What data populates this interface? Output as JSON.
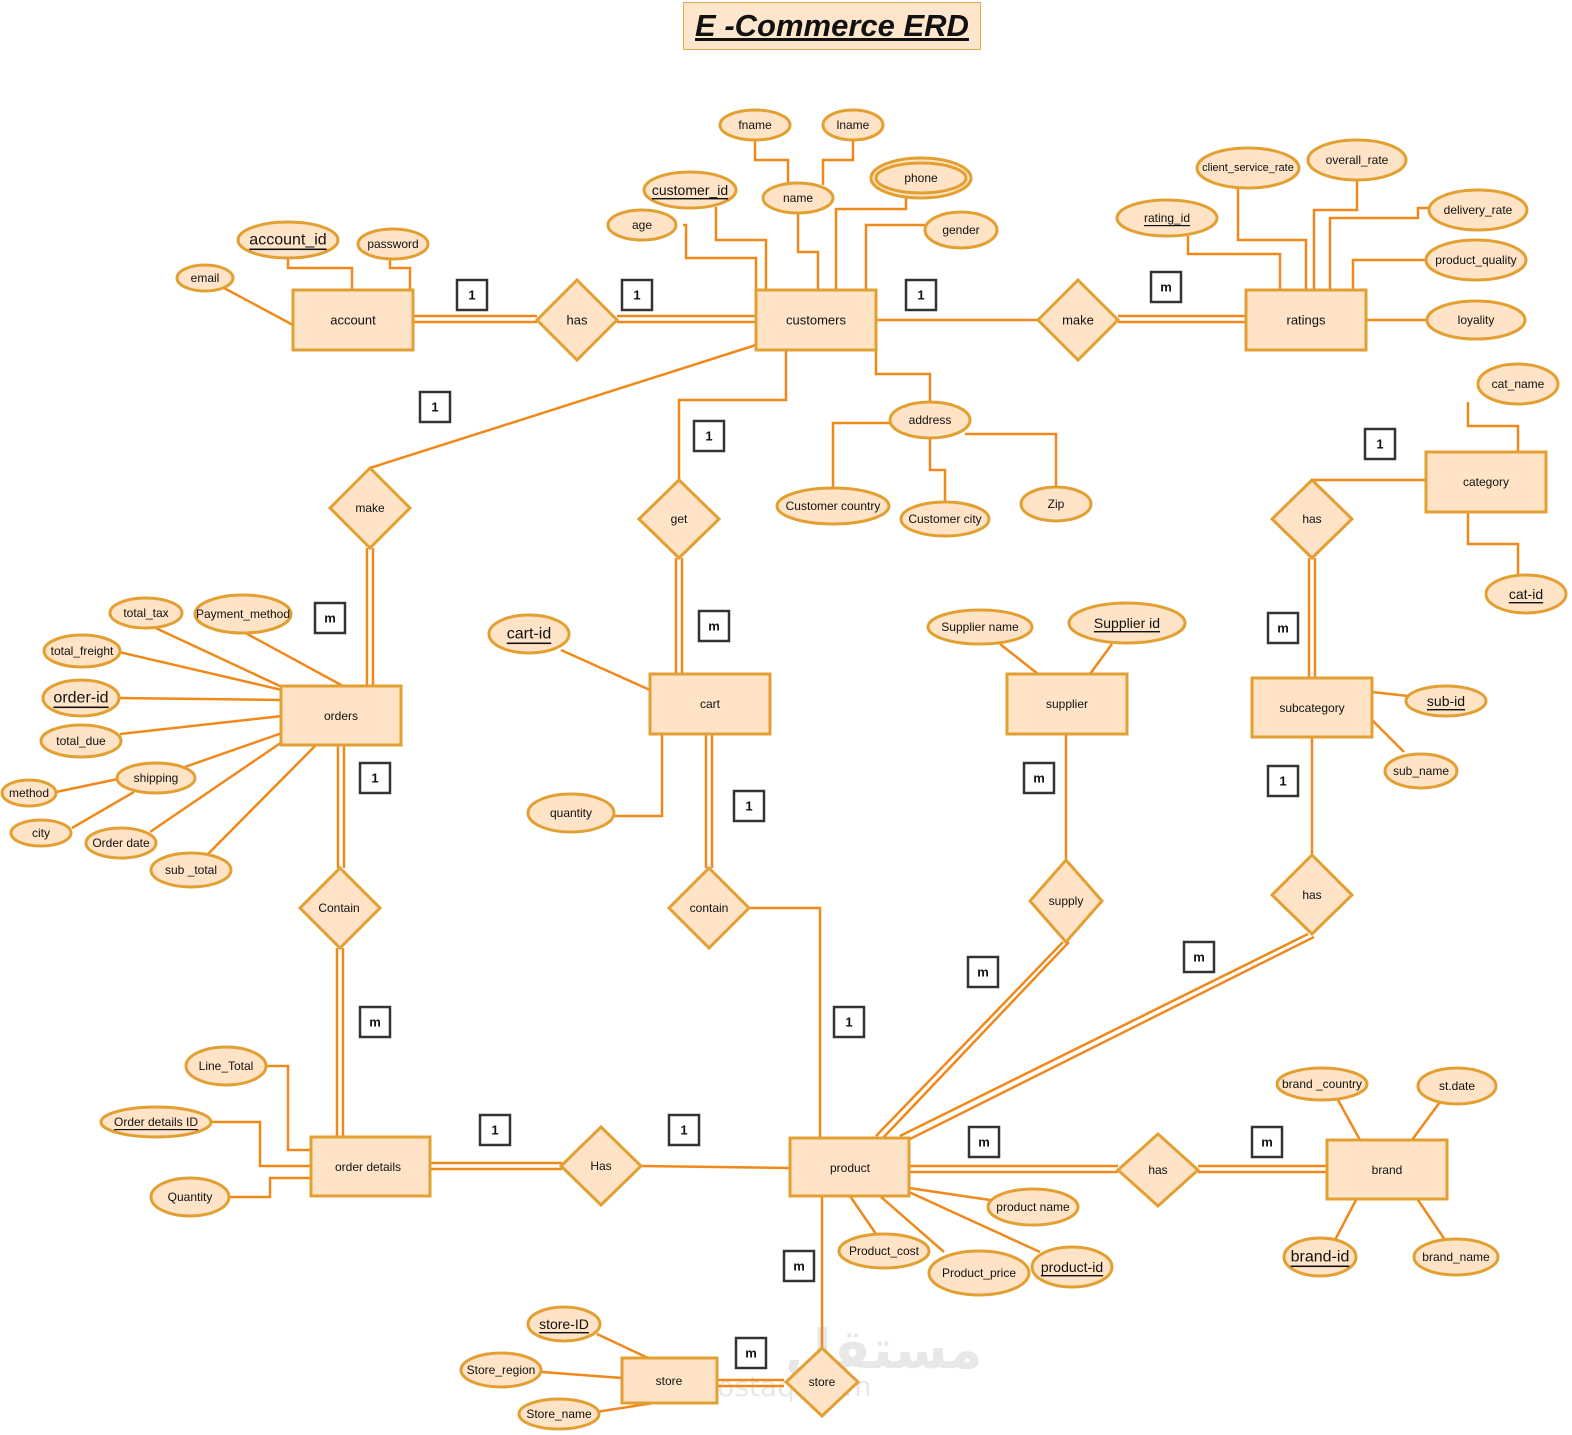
{
  "title": "E -Commerce ERD",
  "colors": {
    "line": "#f0891b",
    "fill": "#ffe3c6",
    "stroke": "#e2a033",
    "text": "#111111"
  },
  "watermark": {
    "arabic": "مستقل",
    "latin": "mostaql.com"
  },
  "entities": {
    "account": "account",
    "customers": "customers",
    "ratings": "ratings",
    "category": "category",
    "orders": "orders",
    "cart": "cart",
    "supplier": "supplier",
    "subcategory": "subcategory",
    "order_details": "order details",
    "product": "product",
    "brand": "brand",
    "store": "store"
  },
  "relationships": {
    "has_account": "has",
    "make_ratings": "make",
    "make_orders": "make",
    "get_cart": "get",
    "has_category": "has",
    "contain_orders": "Contain",
    "contain_cart": "contain",
    "supply": "supply",
    "has_subcategory": "has",
    "has_details": "Has",
    "has_brand": "has",
    "store_rel": "store"
  },
  "attributes": {
    "email": "email",
    "account_id": "account_id",
    "password": "password",
    "fname": "fname",
    "lname": "lname",
    "name": "name",
    "customer_id": "customer_id",
    "age": "age",
    "phone": "phone",
    "gender": "gender",
    "address": "address",
    "customer_country": "Customer country",
    "customer_city": "Customer city",
    "zip": "Zip",
    "client_service_rate": "client_service_rate",
    "overall_rate": "overall_rate",
    "rating_id": "rating_id",
    "delivery_rate": "delivery_rate",
    "product_quality": "product_quality",
    "loyality": "loyality",
    "cat_name": "cat_name",
    "cat_id": "cat-id",
    "total_tax": "total_tax",
    "payment_method": "Payment_method",
    "total_freight": "total_freight",
    "order_id": "order-id",
    "total_due": "total_due",
    "shipping": "shipping",
    "method": "method",
    "city": "city",
    "order_date": "Order date",
    "sub_total": "sub _total",
    "cart_id": "cart-id",
    "quantity_cart": "quantity",
    "supplier_name": "Supplier name",
    "supplier_id": "Supplier id",
    "sub_id": "sub-id",
    "sub_name": "sub_name",
    "line_total": "Line_Total",
    "order_details_id": "Order details ID",
    "quantity_details": "Quantity",
    "brand_country": "brand _country",
    "st_date": "st.date",
    "brand_id": "brand-id",
    "brand_name": "brand_name",
    "product_name": "product name",
    "product_cost": "Product_cost",
    "product_price": "Product_price",
    "product_id": "product-id",
    "store_id": "store-ID",
    "store_region": "Store_region",
    "store_name": "Store_name"
  },
  "cardinalities": {
    "c1": "1",
    "c2": "1",
    "c3": "1",
    "c4": "m",
    "c5": "1",
    "c6": "1",
    "c7": "1",
    "c8": "m",
    "c9": "m",
    "c10": "m",
    "c11": "1",
    "c12": "1",
    "c13": "m",
    "c14": "1",
    "c15": "m",
    "c16": "m",
    "c17": "m",
    "c18": "1",
    "c19": "1",
    "c20": "1",
    "c21": "m",
    "c22": "m",
    "c23": "m",
    "c24": "m"
  }
}
